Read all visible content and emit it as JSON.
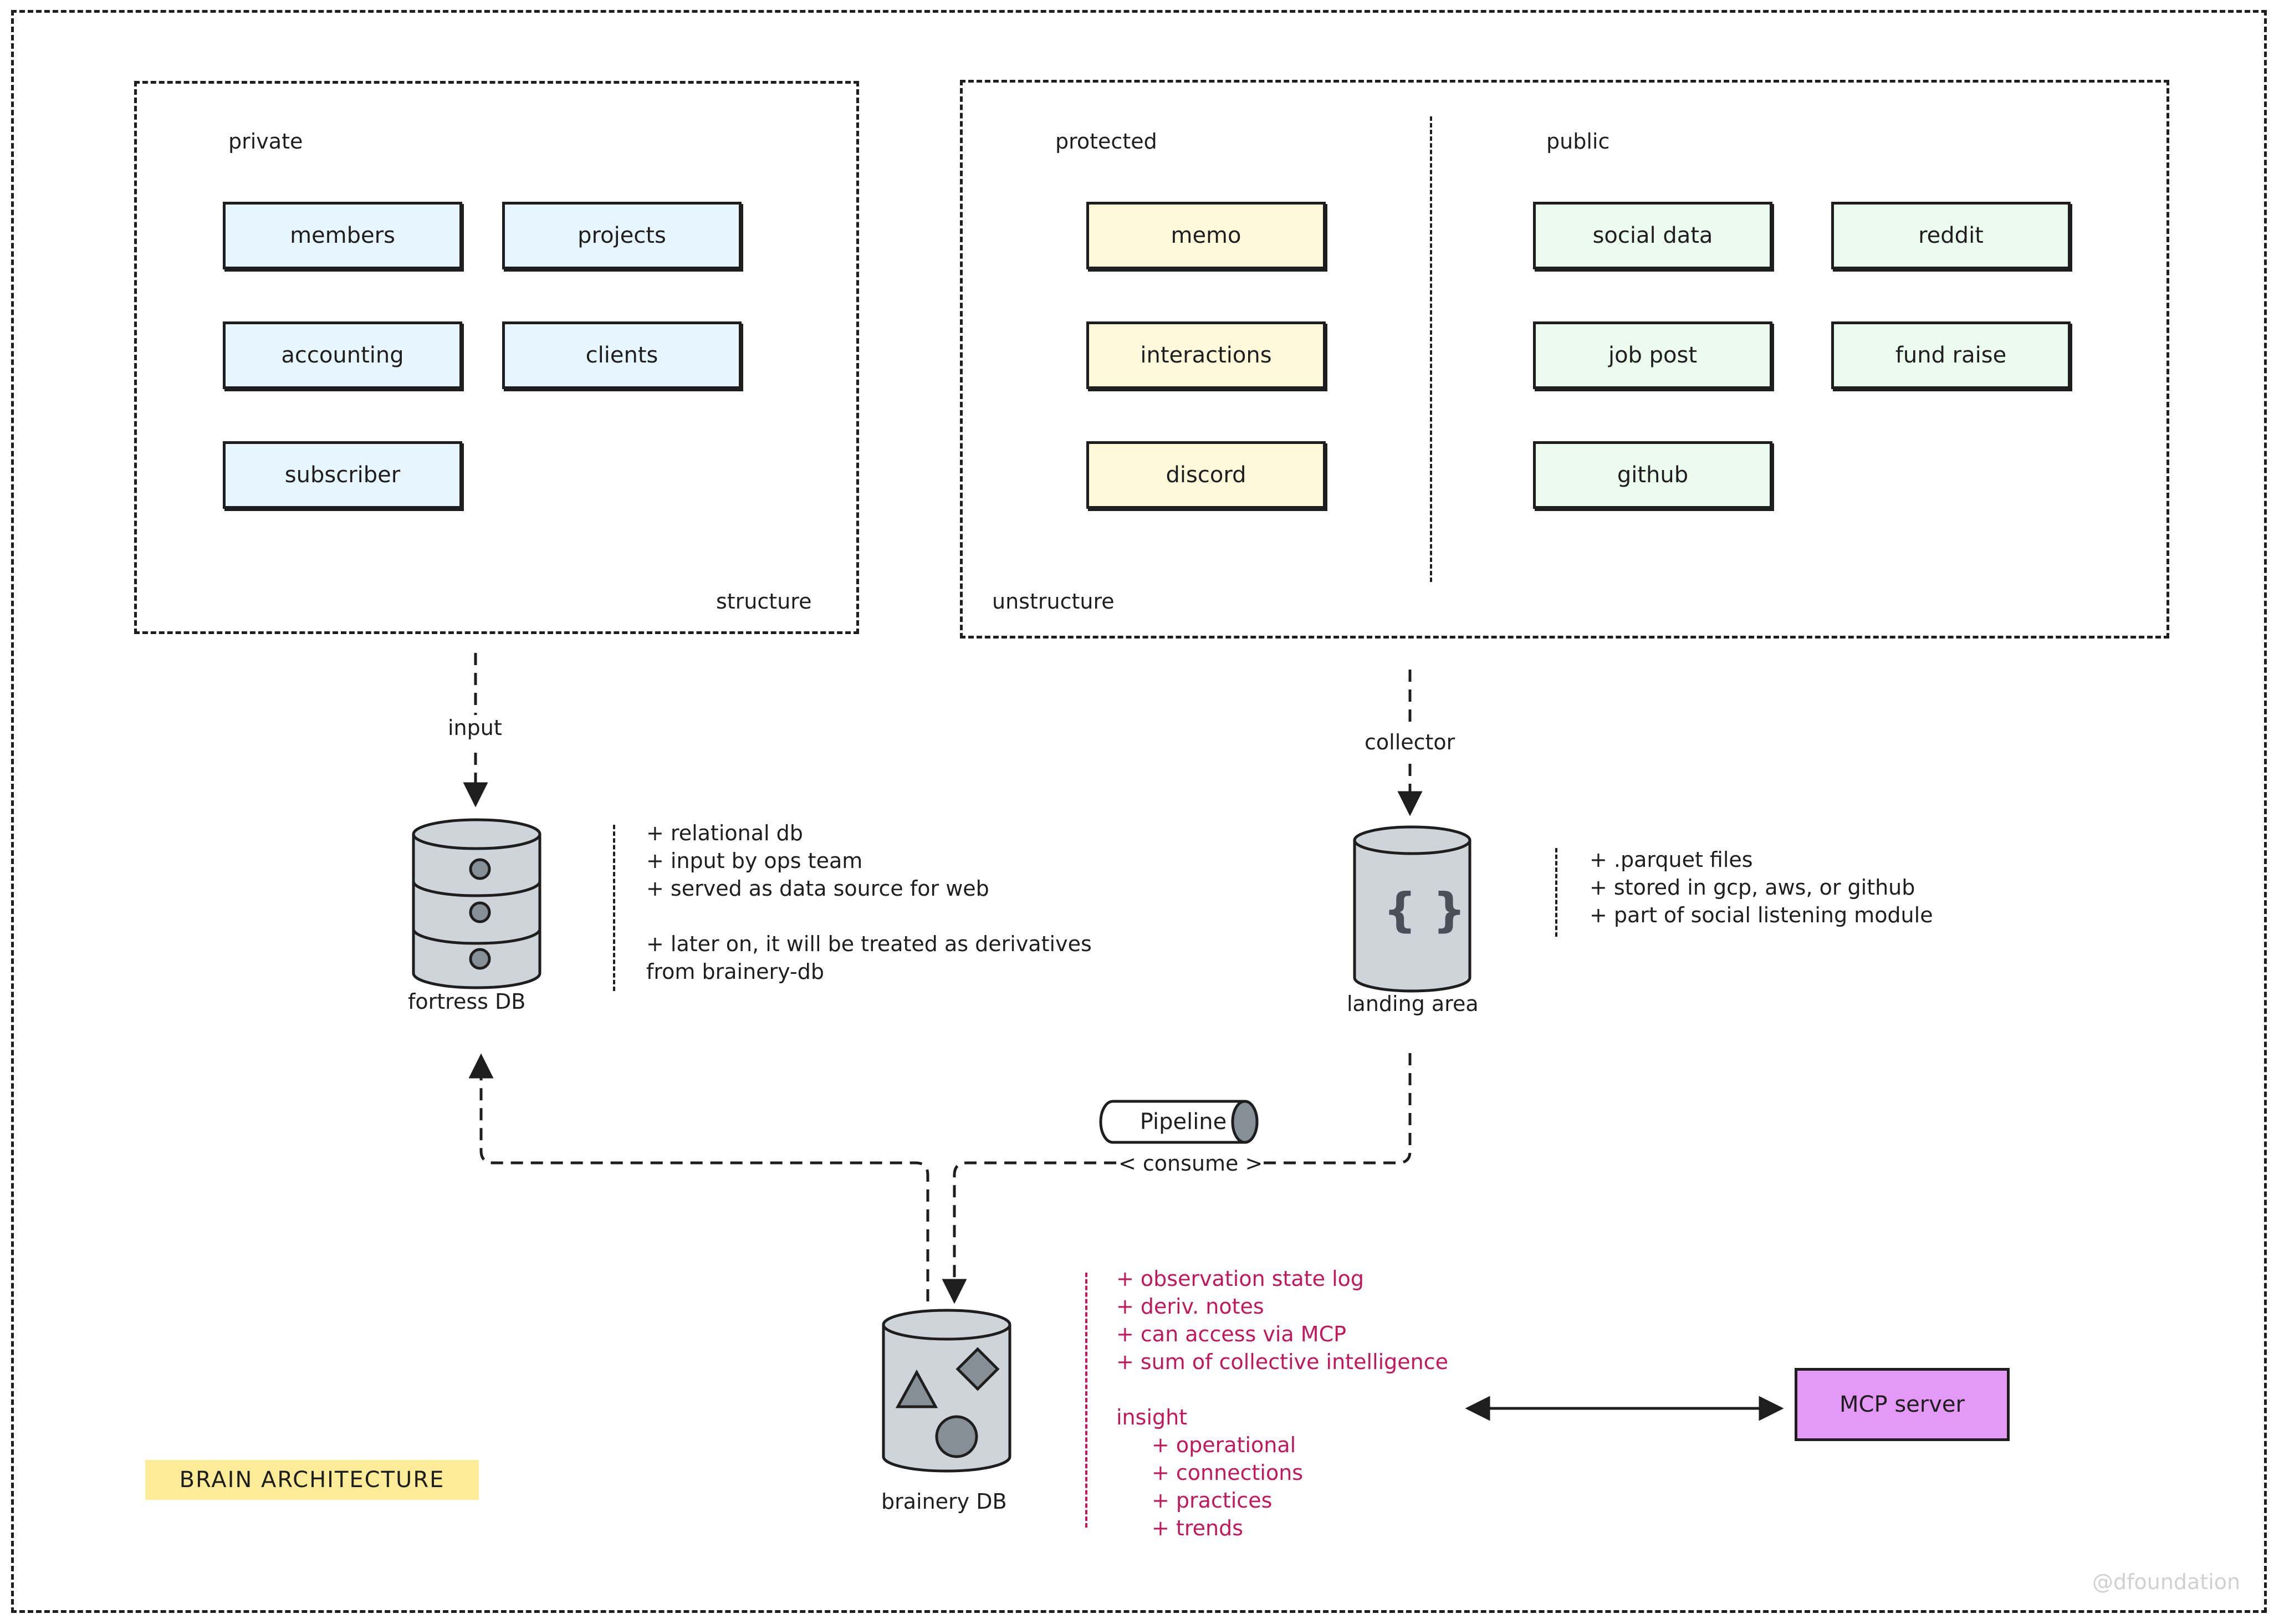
{
  "private": {
    "title": "private",
    "caption": "structure",
    "cards": [
      "members",
      "projects",
      "accounting",
      "clients",
      "subscriber"
    ]
  },
  "unstructured": {
    "caption": "unstructure",
    "protected": {
      "title": "protected",
      "cards": [
        "memo",
        "interactions",
        "discord"
      ]
    },
    "public": {
      "title": "public",
      "cards": [
        "social data",
        "reddit",
        "job post",
        "fund raise",
        "github"
      ]
    }
  },
  "arrows": {
    "input_label": "input",
    "collector_label": "collector",
    "consume_label": "< consume >"
  },
  "fortress": {
    "name": "fortress DB",
    "notes": [
      "+ relational db",
      "+ input by ops team",
      "+ served as data source for web",
      "",
      "+ later on, it will be treated as derivatives",
      "from brainery-db"
    ]
  },
  "landing": {
    "name": "landing area",
    "icon_text": "{ }",
    "notes": [
      "+ .parquet files",
      "+ stored in gcp, aws, or github",
      "+ part of social listening module"
    ]
  },
  "pipeline": {
    "label": "Pipeline"
  },
  "brainery": {
    "name": "brainery DB",
    "notes": [
      "+ observation state log",
      "+ deriv. notes",
      "+ can access via MCP",
      "+ sum of collective intelligence"
    ],
    "insight_title": "insight",
    "insights": [
      "+ operational",
      "+ connections",
      "+ practices",
      "+ trends"
    ]
  },
  "mcp": {
    "label": "MCP server"
  },
  "brand": {
    "label": "BRAIN ARCHITECTURE"
  },
  "watermark": {
    "text": "@dfoundation"
  },
  "colors": {
    "private_fill": "#e7f5ff",
    "protected_fill": "#fff9db",
    "public_fill": "#ebfbee",
    "mcp_fill": "#e599f7",
    "brand_fill": "#ffec99",
    "insight_text": "#c2185b",
    "db_fill": "#ced4da",
    "db_glyph": "#868e96"
  }
}
